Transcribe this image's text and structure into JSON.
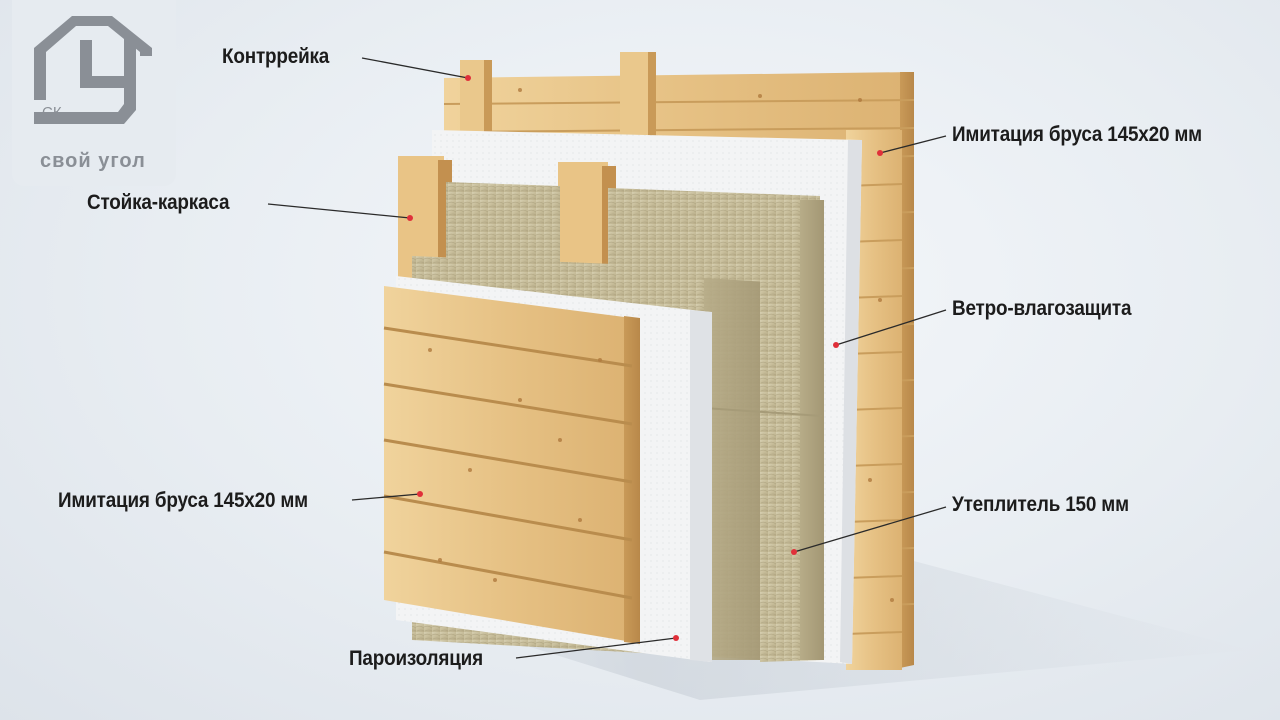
{
  "logo": {
    "abbr": "СК",
    "name": "свой угол"
  },
  "labels": {
    "kontrreika": "Контррейка",
    "imitatsia_top": "Имитация бруса 145х20 мм",
    "stoika": "Стойка-каркаса",
    "vetro": "Ветро-влагозащита",
    "imitatsia_left": "Имитация бруса 145х20 мм",
    "uteplitel": "Утеплитель 150 мм",
    "paroizolyatsia": "Пароизоляция"
  },
  "colors": {
    "wood": "#e8c486",
    "wood_dark": "#d2a866",
    "insulation": "#c9c0a0",
    "membrane": "#f2f3f4",
    "leader": "#2a2a2a",
    "marker": "#e0303a"
  }
}
